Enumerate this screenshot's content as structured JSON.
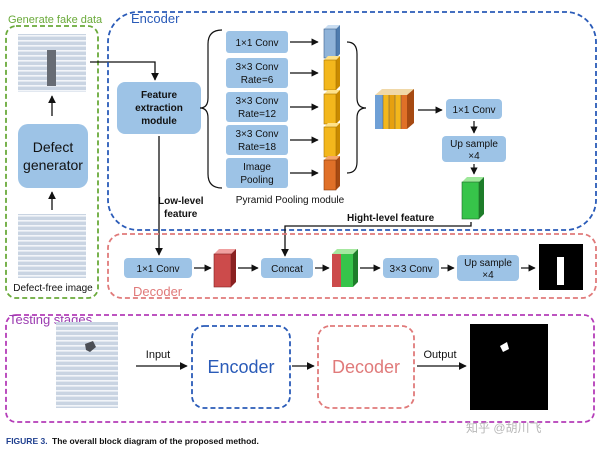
{
  "generate": {
    "title": "Generate fake data",
    "defect_generator": [
      "Defect",
      "generator"
    ],
    "defect_free_label": "Defect-free image"
  },
  "encoder": {
    "title": "Encoder",
    "feature_module": [
      "Feature",
      "extraction",
      "module"
    ],
    "pyramid": [
      [
        "1×1 Conv"
      ],
      [
        "3×3 Conv",
        "Rate=6"
      ],
      [
        "3×3 Conv",
        "Rate=12"
      ],
      [
        "3×3 Conv",
        "Rate=18"
      ],
      [
        "Image",
        "Pooling"
      ]
    ],
    "pyramid_label": "Pyramid Pooling module",
    "conv1": "1×1 Conv",
    "upsample": [
      "Up sample",
      "×4"
    ],
    "low_level": [
      "Low-level",
      "feature"
    ],
    "high_level": "Hight-level feature"
  },
  "decoder": {
    "title": "Decoder",
    "conv1": "1×1 Conv",
    "concat": "Concat",
    "conv3": "3×3 Conv",
    "upsample": [
      "Up sample",
      "×4"
    ]
  },
  "testing": {
    "title": "Testing stages",
    "input": "Input",
    "output": "Output",
    "encoder": "Encoder",
    "decoder": "Decoder"
  },
  "caption": {
    "label": "FIGURE 3.",
    "text": "The overall block diagram of the proposed method."
  },
  "watermark": "知乎 @胡川飞",
  "colors": {
    "green": "#6aaa3a",
    "blue": "#2a5bb8",
    "red": "#e07a7a",
    "purple": "#b43cb8",
    "box": "#9dc3e6",
    "caption": "#1f3f8f",
    "testing_title": "#9b3bb0"
  }
}
